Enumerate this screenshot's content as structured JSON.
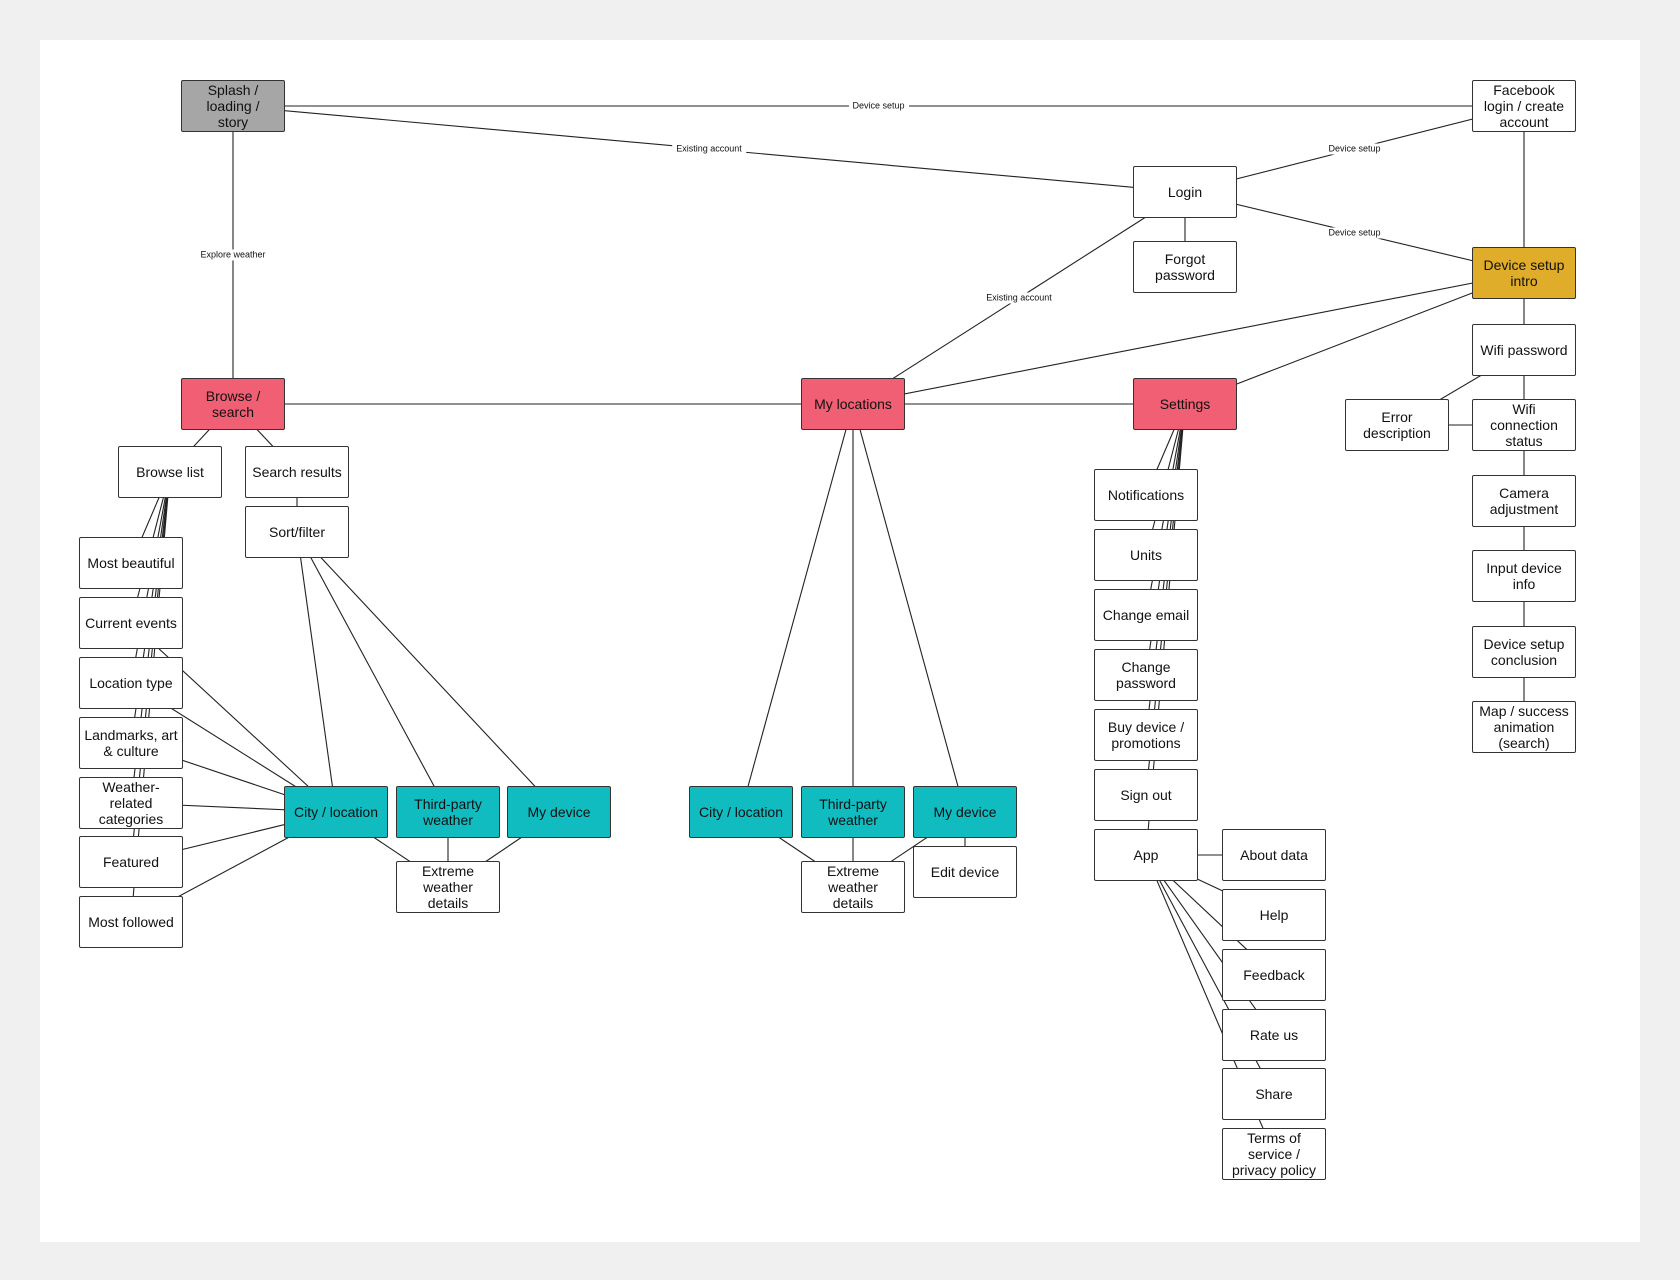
{
  "colors": {
    "start": "#a6a6a6",
    "primary_section": "#f05f73",
    "location_detail": "#10bcc0",
    "device_setup": "#e0ad2a",
    "default": "#ffffff"
  },
  "nodes": {
    "splash": {
      "label": "Splash /\nloading /\nstory",
      "kind": "grey"
    },
    "facebook": {
      "label": "Facebook\nlogin / create\naccount",
      "kind": "white"
    },
    "login": {
      "label": "Login",
      "kind": "white"
    },
    "forgot": {
      "label": "Forgot\npassword",
      "kind": "white"
    },
    "device_intro": {
      "label": "Device setup\nintro",
      "kind": "gold"
    },
    "wifi_password": {
      "label": "Wifi password",
      "kind": "white"
    },
    "error_desc": {
      "label": "Error\ndescription",
      "kind": "white"
    },
    "wifi_status": {
      "label": "Wifi\nconnection\nstatus",
      "kind": "white"
    },
    "camera": {
      "label": "Camera\nadjustment",
      "kind": "white"
    },
    "input_device": {
      "label": "Input device\ninfo",
      "kind": "white"
    },
    "setup_conclusion": {
      "label": "Device setup\nconclusion",
      "kind": "white"
    },
    "map_success": {
      "label": "Map / success\nanimation\n(search)",
      "kind": "white"
    },
    "browse": {
      "label": "Browse /\nsearch",
      "kind": "red"
    },
    "my_locations": {
      "label": "My locations",
      "kind": "red"
    },
    "settings": {
      "label": "Settings",
      "kind": "red"
    },
    "browse_list": {
      "label": "Browse list",
      "kind": "white"
    },
    "search_results": {
      "label": "Search results",
      "kind": "white"
    },
    "sort_filter": {
      "label": "Sort/filter",
      "kind": "white"
    },
    "most_beautiful": {
      "label": "Most beautiful",
      "kind": "white"
    },
    "current_events": {
      "label": "Current events",
      "kind": "white"
    },
    "location_type": {
      "label": "Location type",
      "kind": "white"
    },
    "landmarks": {
      "label": "Landmarks, art\n& culture",
      "kind": "white"
    },
    "weather_cats": {
      "label": "Weather-\nrelated\ncategories",
      "kind": "white"
    },
    "featured": {
      "label": "Featured",
      "kind": "white"
    },
    "most_followed": {
      "label": "Most followed",
      "kind": "white"
    },
    "city_a": {
      "label": "City / location",
      "kind": "teal"
    },
    "third_a": {
      "label": "Third-party\nweather",
      "kind": "teal"
    },
    "mydevice_a": {
      "label": "My device",
      "kind": "teal"
    },
    "extreme_a": {
      "label": "Extreme\nweather details",
      "kind": "white"
    },
    "city_b": {
      "label": "City / location",
      "kind": "teal"
    },
    "third_b": {
      "label": "Third-party\nweather",
      "kind": "teal"
    },
    "mydevice_b": {
      "label": "My device",
      "kind": "teal"
    },
    "extreme_b": {
      "label": "Extreme\nweather details",
      "kind": "white"
    },
    "edit_device": {
      "label": "Edit device",
      "kind": "white"
    },
    "notifications": {
      "label": "Notifications",
      "kind": "white"
    },
    "units": {
      "label": "Units",
      "kind": "white"
    },
    "change_email": {
      "label": "Change email",
      "kind": "white"
    },
    "change_password": {
      "label": "Change\npassword",
      "kind": "white"
    },
    "buy_device": {
      "label": "Buy device /\npromotions",
      "kind": "white"
    },
    "sign_out": {
      "label": "Sign out",
      "kind": "white"
    },
    "app": {
      "label": "App",
      "kind": "white"
    },
    "about_data": {
      "label": "About data",
      "kind": "white"
    },
    "help": {
      "label": "Help",
      "kind": "white"
    },
    "feedback": {
      "label": "Feedback",
      "kind": "white"
    },
    "rate_us": {
      "label": "Rate us",
      "kind": "white"
    },
    "share": {
      "label": "Share",
      "kind": "white"
    },
    "terms": {
      "label": "Terms of\nservice /\nprivacy policy",
      "kind": "white"
    }
  },
  "edges": [
    {
      "from": "splash",
      "to": "facebook",
      "label": "Device setup"
    },
    {
      "from": "splash",
      "to": "login",
      "label": "Existing account"
    },
    {
      "from": "splash",
      "to": "browse",
      "label": "Explore weather"
    },
    {
      "from": "login",
      "to": "facebook",
      "label": "Device setup"
    },
    {
      "from": "login",
      "to": "device_intro",
      "label": "Device setup"
    },
    {
      "from": "login",
      "to": "my_locations",
      "label": "Existing account"
    },
    {
      "from": "login",
      "to": "forgot"
    },
    {
      "from": "facebook",
      "to": "device_intro"
    },
    {
      "from": "device_intro",
      "to": "my_locations"
    },
    {
      "from": "device_intro",
      "to": "settings"
    },
    {
      "from": "device_intro",
      "to": "wifi_password"
    },
    {
      "from": "wifi_password",
      "to": "wifi_status"
    },
    {
      "from": "wifi_password",
      "to": "error_desc"
    },
    {
      "from": "error_desc",
      "to": "wifi_status"
    },
    {
      "from": "wifi_status",
      "to": "camera"
    },
    {
      "from": "camera",
      "to": "input_device"
    },
    {
      "from": "input_device",
      "to": "setup_conclusion"
    },
    {
      "from": "setup_conclusion",
      "to": "map_success"
    },
    {
      "from": "browse",
      "to": "my_locations"
    },
    {
      "from": "my_locations",
      "to": "settings"
    },
    {
      "from": "browse",
      "to": "browse_list"
    },
    {
      "from": "browse",
      "to": "search_results"
    },
    {
      "from": "search_results",
      "to": "sort_filter"
    },
    {
      "from": "browse_list",
      "to": "most_beautiful"
    },
    {
      "from": "browse_list",
      "to": "current_events"
    },
    {
      "from": "browse_list",
      "to": "location_type"
    },
    {
      "from": "browse_list",
      "to": "landmarks"
    },
    {
      "from": "browse_list",
      "to": "weather_cats"
    },
    {
      "from": "browse_list",
      "to": "featured"
    },
    {
      "from": "browse_list",
      "to": "most_followed"
    },
    {
      "from": "current_events",
      "to": "city_a"
    },
    {
      "from": "location_type",
      "to": "city_a"
    },
    {
      "from": "landmarks",
      "to": "city_a"
    },
    {
      "from": "weather_cats",
      "to": "city_a"
    },
    {
      "from": "featured",
      "to": "city_a"
    },
    {
      "from": "most_followed",
      "to": "city_a"
    },
    {
      "from": "sort_filter",
      "to": "city_a"
    },
    {
      "from": "sort_filter",
      "to": "third_a"
    },
    {
      "from": "sort_filter",
      "to": "mydevice_a"
    },
    {
      "from": "city_a",
      "to": "extreme_a"
    },
    {
      "from": "third_a",
      "to": "extreme_a"
    },
    {
      "from": "mydevice_a",
      "to": "extreme_a"
    },
    {
      "from": "my_locations",
      "to": "city_b"
    },
    {
      "from": "my_locations",
      "to": "third_b"
    },
    {
      "from": "my_locations",
      "to": "mydevice_b"
    },
    {
      "from": "city_b",
      "to": "extreme_b"
    },
    {
      "from": "third_b",
      "to": "extreme_b"
    },
    {
      "from": "mydevice_b",
      "to": "extreme_b"
    },
    {
      "from": "mydevice_b",
      "to": "edit_device"
    },
    {
      "from": "settings",
      "to": "notifications"
    },
    {
      "from": "settings",
      "to": "units"
    },
    {
      "from": "settings",
      "to": "change_email"
    },
    {
      "from": "settings",
      "to": "change_password"
    },
    {
      "from": "settings",
      "to": "buy_device"
    },
    {
      "from": "settings",
      "to": "sign_out"
    },
    {
      "from": "settings",
      "to": "app"
    },
    {
      "from": "app",
      "to": "about_data"
    },
    {
      "from": "app",
      "to": "help"
    },
    {
      "from": "app",
      "to": "feedback"
    },
    {
      "from": "app",
      "to": "rate_us"
    },
    {
      "from": "app",
      "to": "share"
    },
    {
      "from": "app",
      "to": "terms"
    }
  ]
}
